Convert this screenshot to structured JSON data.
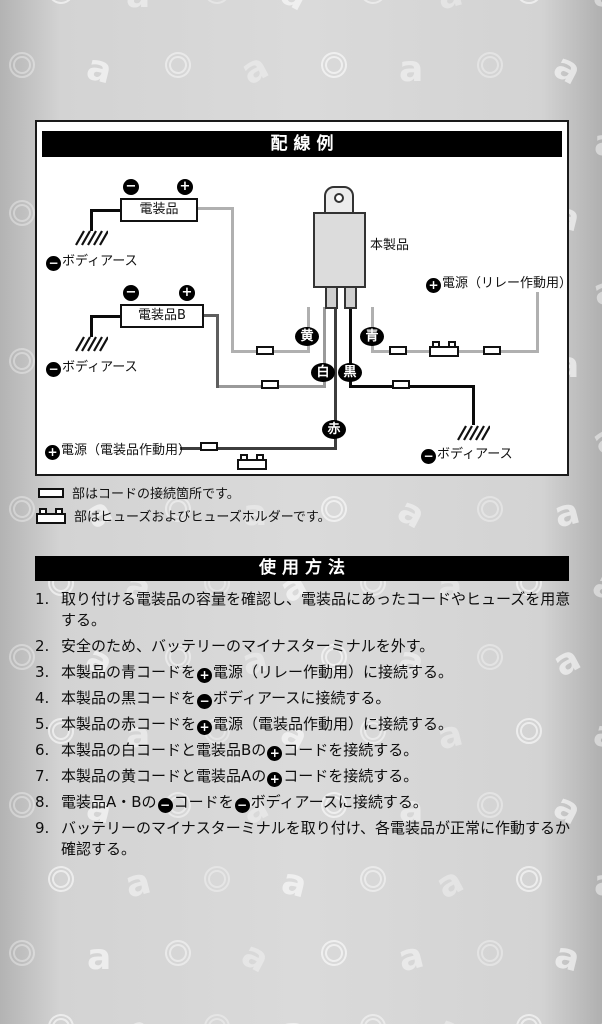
{
  "page": {
    "pattern_letter": "a",
    "bg": "#d6d6d6"
  },
  "diagram": {
    "title": "配線例",
    "product_label": "本製品",
    "symbols": {
      "minus": "−",
      "plus": "+"
    },
    "component_a": {
      "label": "電装品",
      "ground_label": "⊖ボディアース"
    },
    "component_b": {
      "label": "電装品B",
      "ground_label": "⊖ボディアース"
    },
    "wires": {
      "yellow": "黄",
      "blue": "青",
      "white": "白",
      "black": "黒",
      "red": "赤"
    },
    "power_relay_label": "⊕電源（リレー作動用）",
    "power_accessory_label": "⊕電源（電装品作動用）",
    "ground_right_label": "⊖ボディアース"
  },
  "legend": {
    "connector_text": "部はコードの接続箇所です。",
    "fuse_text": "部はヒューズおよびヒューズホルダーです。"
  },
  "usage": {
    "title": "使用方法",
    "steps": [
      {
        "num": "1.",
        "text": "取り付ける電装品の容量を確認し、電装品にあったコードやヒューズを用意する。"
      },
      {
        "num": "2.",
        "text": "安全のため、バッテリーのマイナスターミナルを外す。"
      },
      {
        "num": "3.",
        "text": "本製品の青コードを⊕電源（リレー作動用）に接続する。"
      },
      {
        "num": "4.",
        "text": "本製品の黒コードを⊖ボディアースに接続する。"
      },
      {
        "num": "5.",
        "text": "本製品の赤コードを⊕電源（電装品作動用）に接続する。"
      },
      {
        "num": "6.",
        "text": "本製品の白コードと電装品Bの⊕コードを接続する。"
      },
      {
        "num": "7.",
        "text": "本製品の黄コードと電装品Aの⊕コードを接続する。"
      },
      {
        "num": "8.",
        "text": "電装品A・Bの⊖コードを⊖ボディアースに接続する。"
      },
      {
        "num": "9.",
        "text": "バッテリーのマイナスターミナルを取り付け、各電装品が正常に作動するか確認する。"
      }
    ]
  }
}
